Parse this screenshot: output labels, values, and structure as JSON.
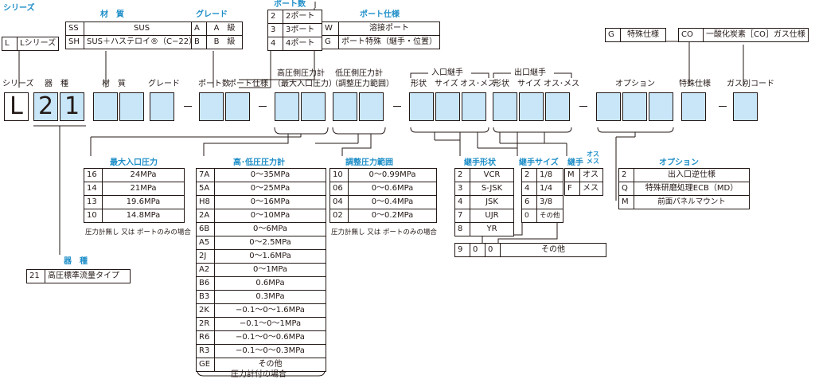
{
  "top": {
    "series": {
      "title": "シリーズ",
      "rows": [
        [
          "L",
          "Lシリーズ"
        ]
      ]
    },
    "material": {
      "title": "材　質",
      "rows": [
        [
          "SS",
          "SUS"
        ],
        [
          "SH",
          "SUS＋ハステロイ®（C−22）"
        ]
      ]
    },
    "grade": {
      "title": "グレード",
      "rows": [
        [
          "A",
          "A　級"
        ],
        [
          "B",
          "B　級"
        ]
      ]
    },
    "ports": {
      "title": "ポート数",
      "rows": [
        [
          "2",
          "2ポート"
        ],
        [
          "3",
          "3ポート"
        ],
        [
          "4",
          "4ポート"
        ]
      ]
    },
    "port_spec": {
      "title": "ポート仕様",
      "rows": [
        [
          "W",
          "溶接ポート"
        ],
        [
          "G",
          "ポート特殊（継手・位置）"
        ]
      ]
    },
    "special": {
      "rows": [
        [
          "G",
          "特殊仕様"
        ]
      ]
    },
    "co": {
      "rows": [
        [
          "CO",
          "一酸化炭素［CO］ガス仕様"
        ]
      ]
    }
  },
  "code_labels": {
    "series": "シリーズ",
    "kind": "器　種",
    "material": "材　質",
    "grade": "グレード",
    "ports": "ポート数",
    "port_spec": "ポート仕様",
    "high_gauge_1": "高圧側圧力計",
    "high_gauge_2": "（最大入口圧力）",
    "low_gauge_1": "低圧側圧力計",
    "low_gauge_2": "（調整圧力範囲）",
    "inlet": "入口継手",
    "outlet": "出口継手",
    "shape": "形状",
    "size": "サイズ",
    "gender": "オス･メス",
    "option": "オプション",
    "special": "特殊仕様",
    "gas": "ガス別コード"
  },
  "code": {
    "series": "L",
    "kind_1": "2",
    "kind_2": "1"
  },
  "max_inlet": {
    "title": "最大入口圧力",
    "rows": [
      [
        "16",
        "24MPa"
      ],
      [
        "14",
        "21MPa"
      ],
      [
        "13",
        "19.6MPa"
      ],
      [
        "10",
        "14.8MPa"
      ]
    ],
    "note": "圧力計無し 又は ポートのみの場合"
  },
  "kind": {
    "title": "器　種",
    "rows": [
      [
        "21",
        "高圧標準流量タイプ"
      ]
    ]
  },
  "gauge": {
    "title": "高･低圧圧力計",
    "rows": [
      [
        "7A",
        "0〜35MPa"
      ],
      [
        "5A",
        "0〜25MPa"
      ],
      [
        "H8",
        "0〜16MPa"
      ],
      [
        "2A",
        "0〜10MPa"
      ],
      [
        "6B",
        "0〜6MPa"
      ],
      [
        "A5",
        "0〜2.5MPa"
      ],
      [
        "2J",
        "0〜1.6MPa"
      ],
      [
        "A2",
        "0〜1MPa"
      ],
      [
        "B6",
        "0.6MPa"
      ],
      [
        "B3",
        "0.3MPa"
      ],
      [
        "2K",
        "−0.1〜0〜1.6MPa"
      ],
      [
        "2R",
        "−0.1〜0〜1MPa"
      ],
      [
        "R6",
        "−0.1〜0〜0.6MPa"
      ],
      [
        "R3",
        "−0.1〜0〜0.3MPa"
      ],
      [
        "GE",
        "その他"
      ]
    ],
    "note": "圧力計付の場合"
  },
  "adjust": {
    "title": "調整圧力範囲",
    "rows": [
      [
        "10",
        "0〜0.99MPa"
      ],
      [
        "06",
        "0〜0.6MPa"
      ],
      [
        "04",
        "0〜0.4MPa"
      ],
      [
        "02",
        "0〜0.2MPa"
      ]
    ],
    "note": "圧力計無し 又は ポートのみの場合"
  },
  "fitting_shape": {
    "title": "継手形状",
    "rows": [
      [
        "2",
        "VCR"
      ],
      [
        "3",
        "S-JSK"
      ],
      [
        "4",
        "JSK"
      ],
      [
        "7",
        "UJR"
      ],
      [
        "8",
        "YR"
      ]
    ]
  },
  "fitting_size": {
    "title": "継手サイズ",
    "rows": [
      [
        "2",
        "1/8"
      ],
      [
        "4",
        "1/4"
      ],
      [
        "6",
        "3/8"
      ],
      [
        "0",
        "その他"
      ]
    ]
  },
  "fitting_gender": {
    "title": "継手",
    "title_small_1": "オス",
    "title_small_2": "メス",
    "rows": [
      [
        "M",
        "オス"
      ],
      [
        "F",
        "メス"
      ]
    ]
  },
  "fitting_other": {
    "d1": "9",
    "d2": "0",
    "d3": "0",
    "label": "その他"
  },
  "option": {
    "title": "オプション",
    "rows": [
      [
        "2",
        "出入口逆仕様"
      ],
      [
        "Q",
        "特殊研磨処理ECB（MD）"
      ],
      [
        "M",
        "前面パネルマウント"
      ]
    ]
  },
  "colors": {
    "accent": "#1e8ec8",
    "box": "#c8e6f8",
    "line": "#231815"
  }
}
